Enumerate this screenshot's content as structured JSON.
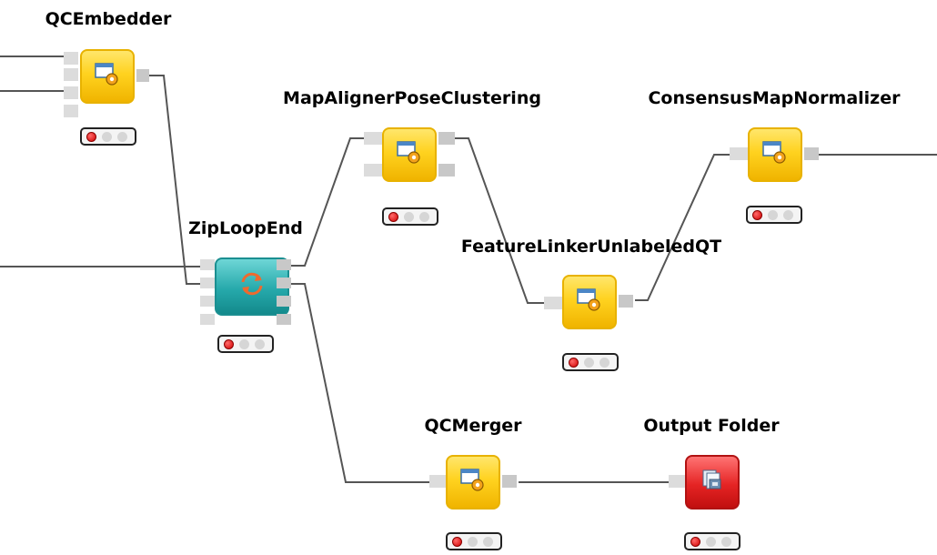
{
  "nodes": {
    "qcembedder": {
      "label": "QCEmbedder"
    },
    "map_aligner": {
      "label": "MapAlignerPoseClustering"
    },
    "consensus": {
      "label": "ConsensusMapNormalizer"
    },
    "ziploop": {
      "label": "ZipLoopEnd"
    },
    "linker": {
      "label": "FeatureLinkerUnlabeledQT"
    },
    "qcmerger": {
      "label": "QCMerger"
    },
    "output": {
      "label": "Output Folder"
    }
  },
  "colors": {
    "tool_node": "#ffd21f",
    "loop_node": "#26a9ab",
    "output_node": "#e52424",
    "connection": "#555555",
    "status_red": "#d10000"
  },
  "icons": {
    "tool": "window-gear-icon",
    "loop": "loop-arrows-icon",
    "output": "folder-files-icon"
  }
}
